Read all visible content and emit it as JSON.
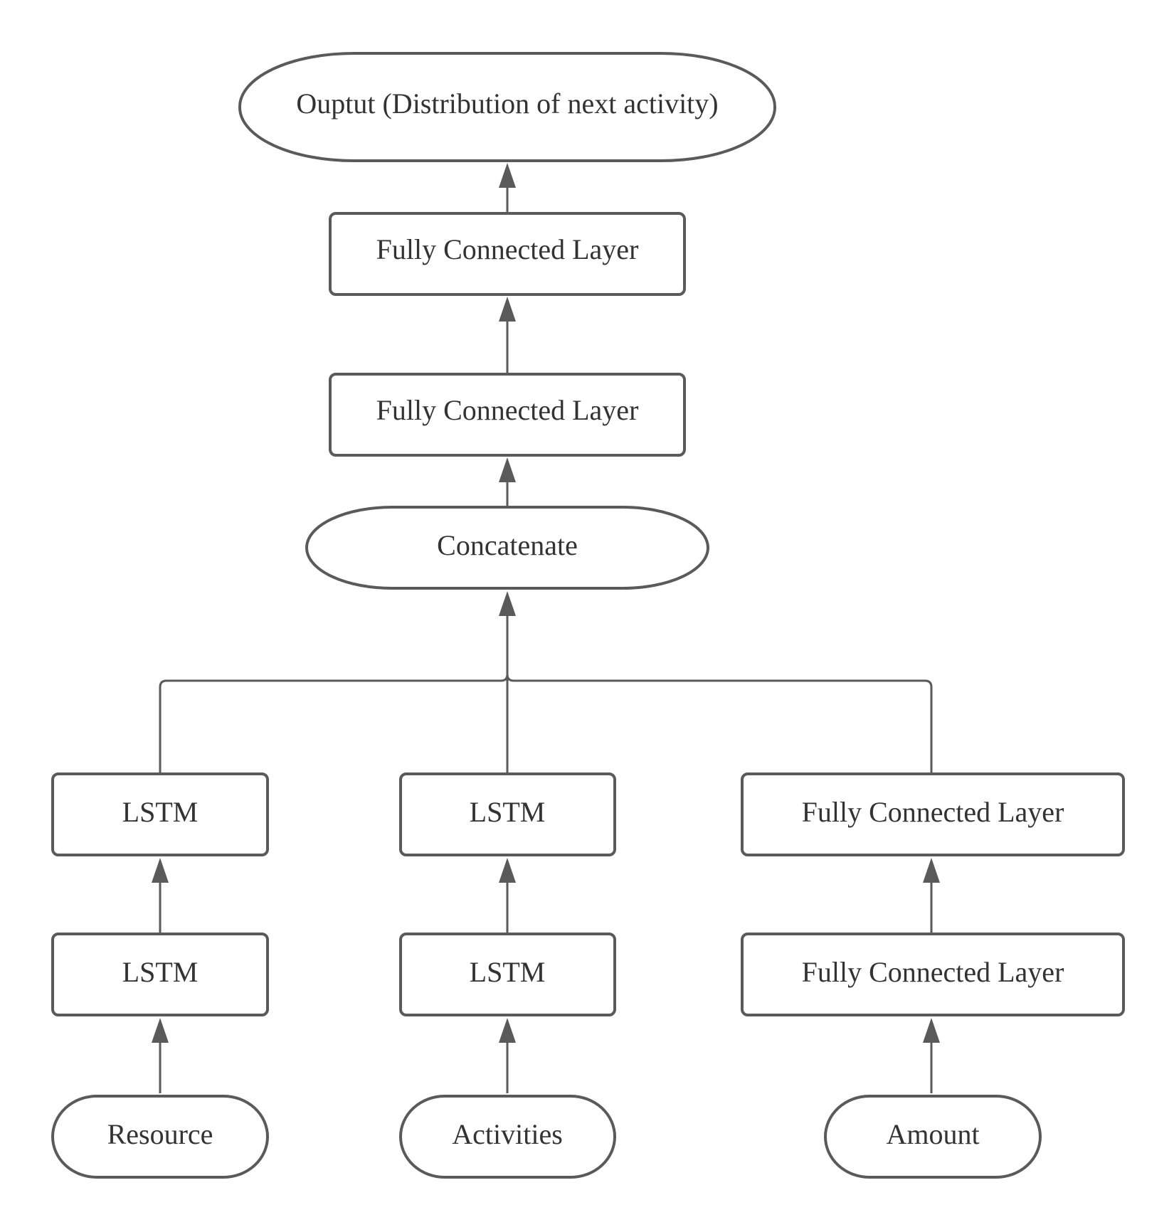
{
  "nodes": {
    "output": "Ouptut (Distribution of next activity)",
    "fc_top": "Fully Connected Layer",
    "fc_mid": "Fully Connected Layer",
    "concatenate": "Concatenate",
    "resource_lstm_2": "LSTM",
    "activities_lstm_2": "LSTM",
    "amount_fc_2": "Fully Connected Layer",
    "resource_lstm_1": "LSTM",
    "activities_lstm_1": "LSTM",
    "amount_fc_1": "Fully Connected Layer",
    "resource": "Resource",
    "activities": "Activities",
    "amount": "Amount"
  },
  "edges": [
    [
      "resource",
      "resource_lstm_1"
    ],
    [
      "resource_lstm_1",
      "resource_lstm_2"
    ],
    [
      "activities",
      "activities_lstm_1"
    ],
    [
      "activities_lstm_1",
      "activities_lstm_2"
    ],
    [
      "amount",
      "amount_fc_1"
    ],
    [
      "amount_fc_1",
      "amount_fc_2"
    ],
    [
      "resource_lstm_2",
      "concatenate"
    ],
    [
      "activities_lstm_2",
      "concatenate"
    ],
    [
      "amount_fc_2",
      "concatenate"
    ],
    [
      "concatenate",
      "fc_mid"
    ],
    [
      "fc_mid",
      "fc_top"
    ],
    [
      "fc_top",
      "output"
    ]
  ],
  "colors": {
    "stroke": "#5a5a5a",
    "text": "#333333",
    "background": "#ffffff"
  }
}
